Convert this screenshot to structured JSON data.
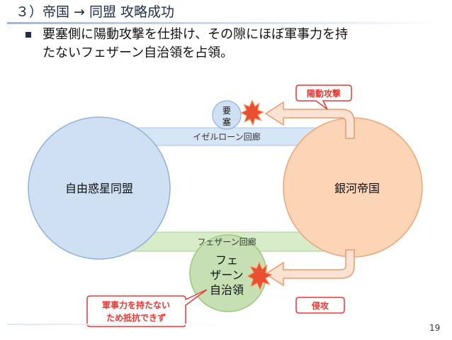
{
  "slide": {
    "title": "３）帝国 → 同盟 攻略成功",
    "bullet_line1": "要塞側に陽動攻撃を仕掛け、その隙にほぼ軍事力を持",
    "bullet_line2": "たないフェザーン自治領を占領。",
    "page_number": "19"
  },
  "diagram": {
    "alliance_label": "自由惑星同盟",
    "empire_label": "銀河帝国",
    "fortress_label_1": "要",
    "fortress_label_2": "塞",
    "iserlohn_corridor": "イゼルローン回廊",
    "phezzan_corridor": "フェザーン回廊",
    "phezzan_label_1": "フェ",
    "phezzan_label_2": "ザーン",
    "phezzan_label_3": "自治領",
    "feint_label": "陽動攻撃",
    "invasion_label": "侵攻",
    "note_line1": "軍事力を持たない",
    "note_line2": "ため抵抗できず"
  },
  "colors": {
    "title_text": "#1f2d4d",
    "circle_blue": "#cfe0f3",
    "circle_orange": "#fbd5b6",
    "corridor_blue": "#d6e6f6",
    "corridor_green": "#d8ecc9",
    "phezzan_green": "#c6e0b4",
    "arrow_fill": "#fbe3d3",
    "callout_red": "#e53935",
    "explosion_red": "#e85030"
  }
}
